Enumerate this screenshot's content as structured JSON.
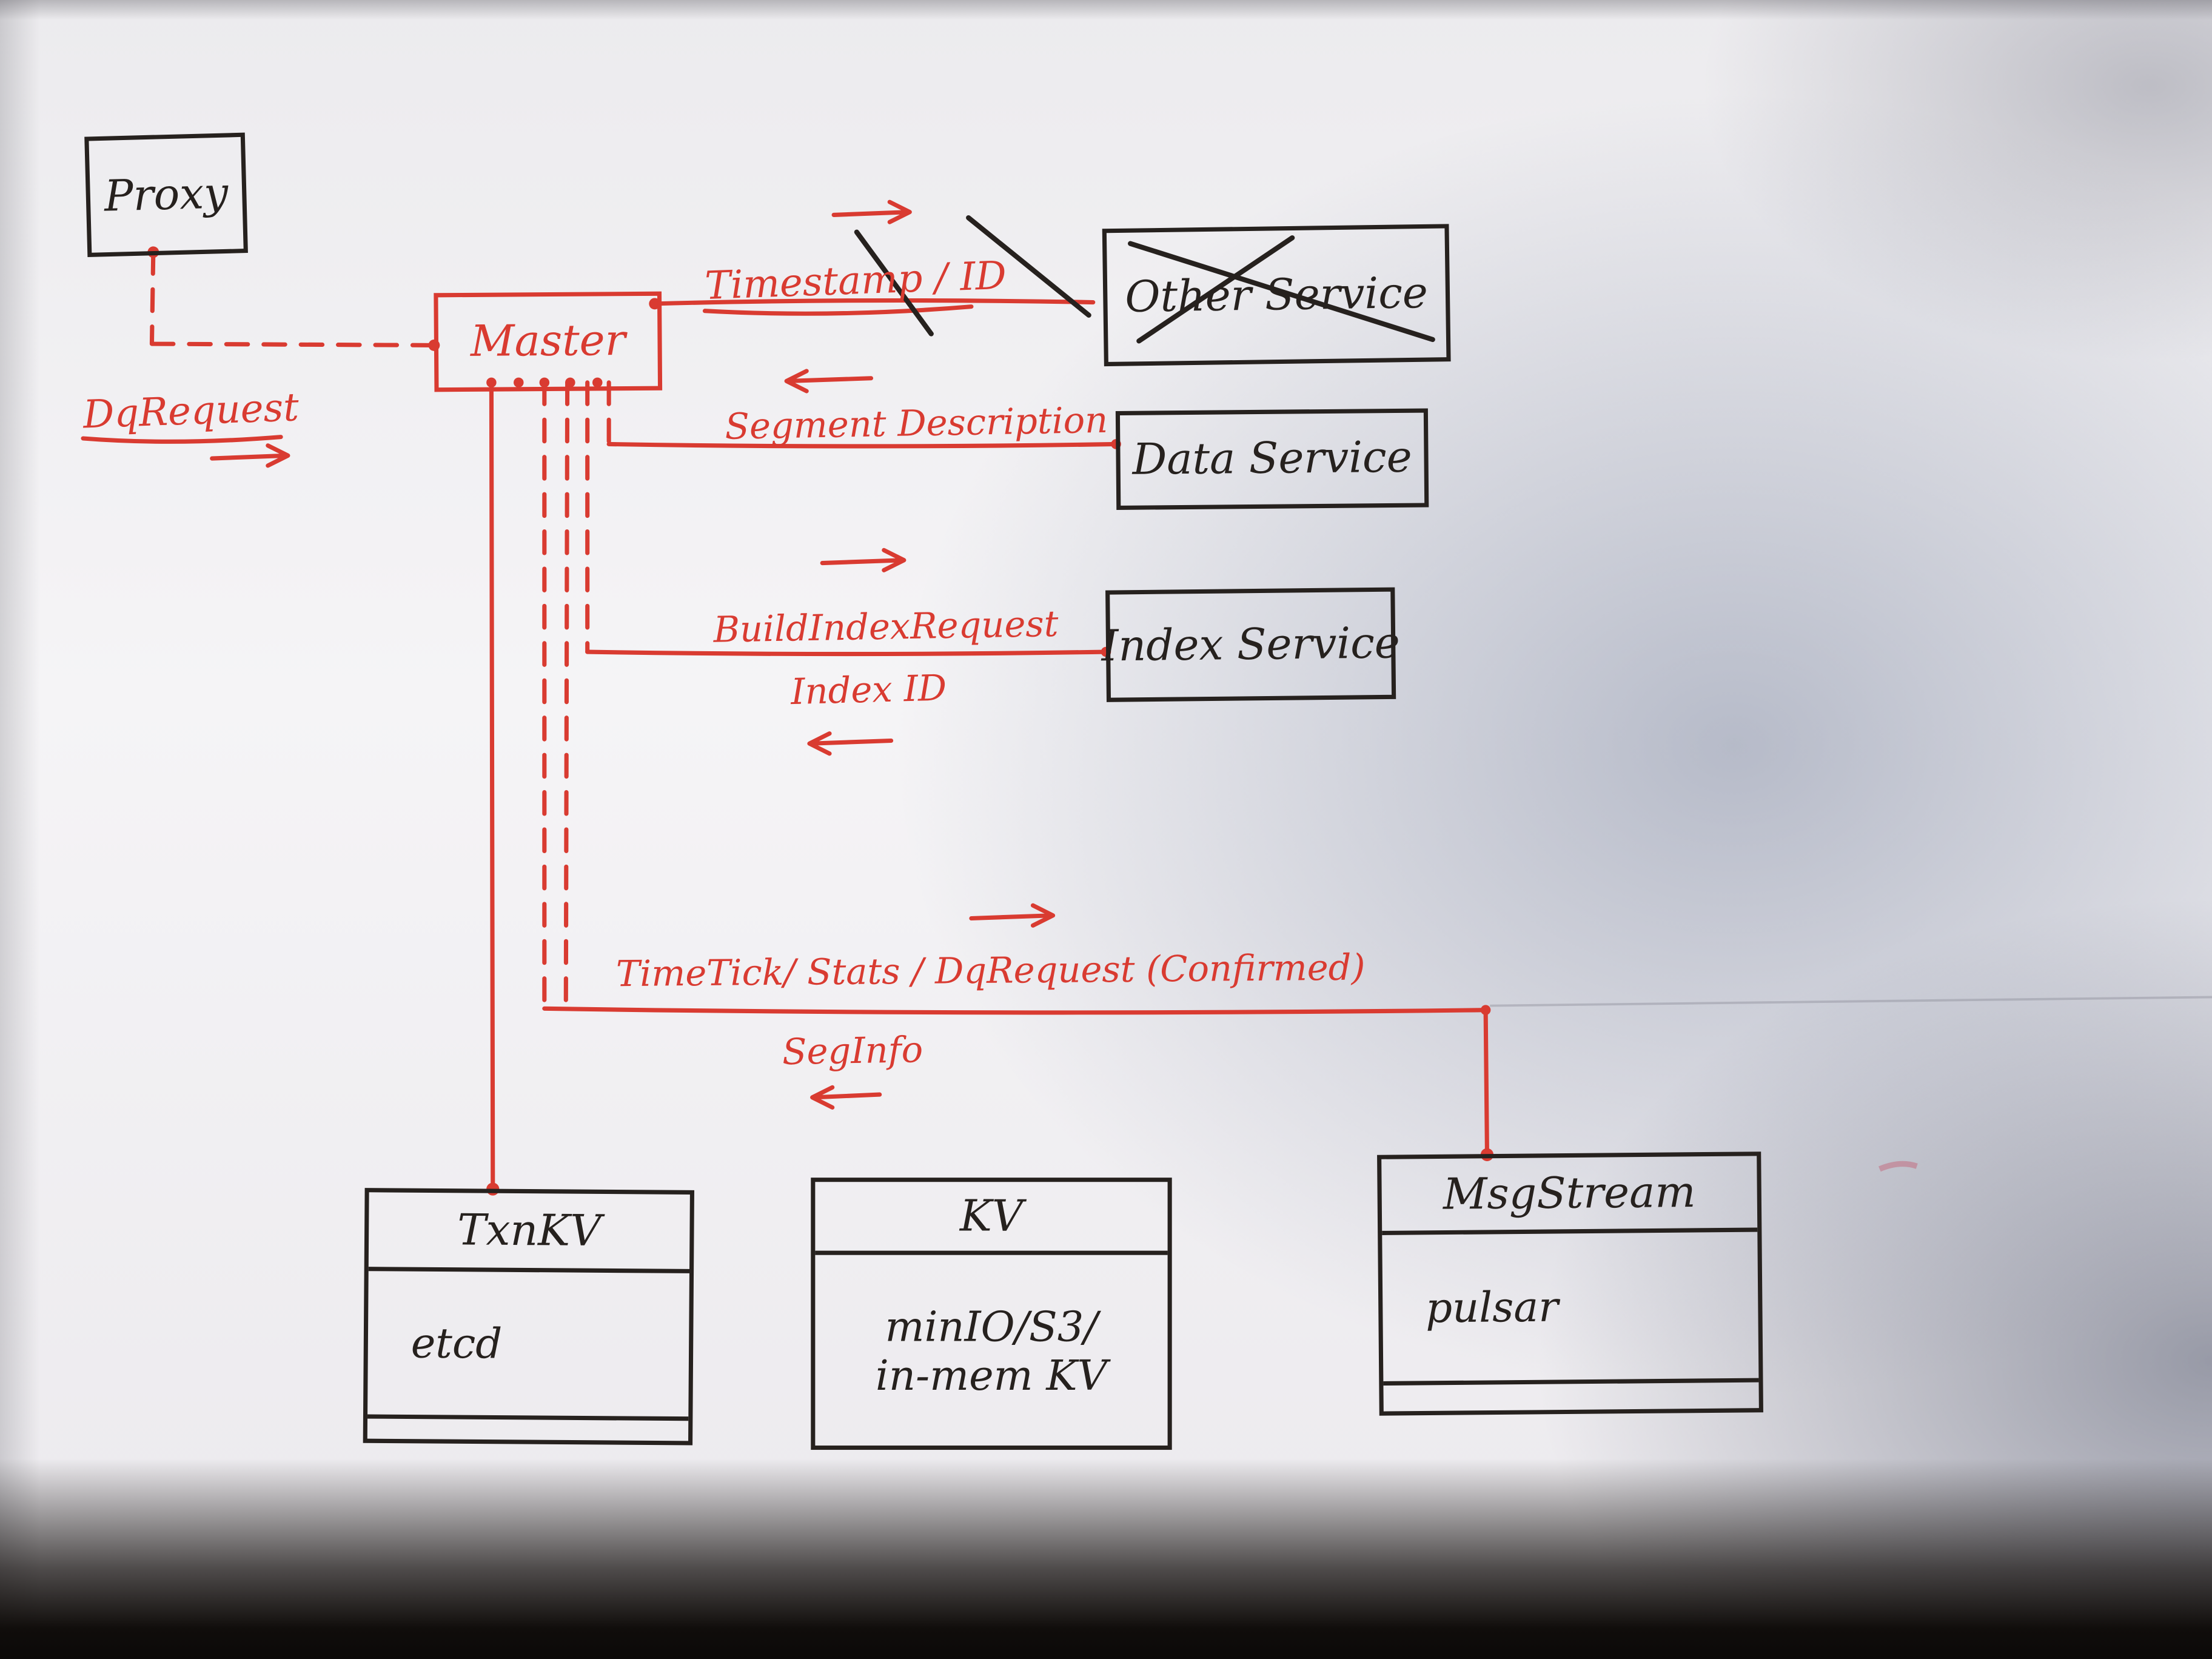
{
  "meta": {
    "description": "Hand-drawn architecture sketch in red and black ink on paper"
  },
  "colors": {
    "ink_red": "#d93b31",
    "ink_black": "#26211e",
    "paper": "#f3f2f5"
  },
  "nodes": {
    "proxy": {
      "label": "Proxy"
    },
    "master": {
      "label": "Master"
    },
    "other_service": {
      "label": "Other Service",
      "crossed_out": true
    },
    "data_service": {
      "label": "Data Service"
    },
    "index_service": {
      "label": "Index Service"
    },
    "txn_kv": {
      "title": "TxnKV",
      "body": "etcd"
    },
    "kv": {
      "title": "KV",
      "body_line1": "minIO/S3/",
      "body_line2": "in-mem KV"
    },
    "msg_stream": {
      "title": "MsgStream",
      "body": "pulsar"
    }
  },
  "edges": {
    "dq_request": {
      "label": "DqRequest",
      "from": "Proxy",
      "to": "Master",
      "style": "dashed"
    },
    "timestamp_id": {
      "label": "Timestamp / ID",
      "from": "Master",
      "to": "Other Service",
      "crossed_out": true
    },
    "segment_description": {
      "label": "Segment Description",
      "from": "Data Service",
      "to": "Master"
    },
    "build_index_request": {
      "label": "BuildIndexRequest",
      "from": "Master",
      "to": "Index Service"
    },
    "index_id": {
      "label": "Index ID",
      "from": "Index Service",
      "to": "Master"
    },
    "timetick_stats": {
      "label": "TimeTick/ Stats / DqRequest (Confirmed)",
      "from": "Master",
      "to": "MsgStream"
    },
    "seg_info": {
      "label": "SegInfo",
      "from": "MsgStream",
      "to": "Master"
    },
    "master_txnkv": {
      "label": "",
      "from": "Master",
      "to": "TxnKV",
      "style": "solid"
    }
  }
}
